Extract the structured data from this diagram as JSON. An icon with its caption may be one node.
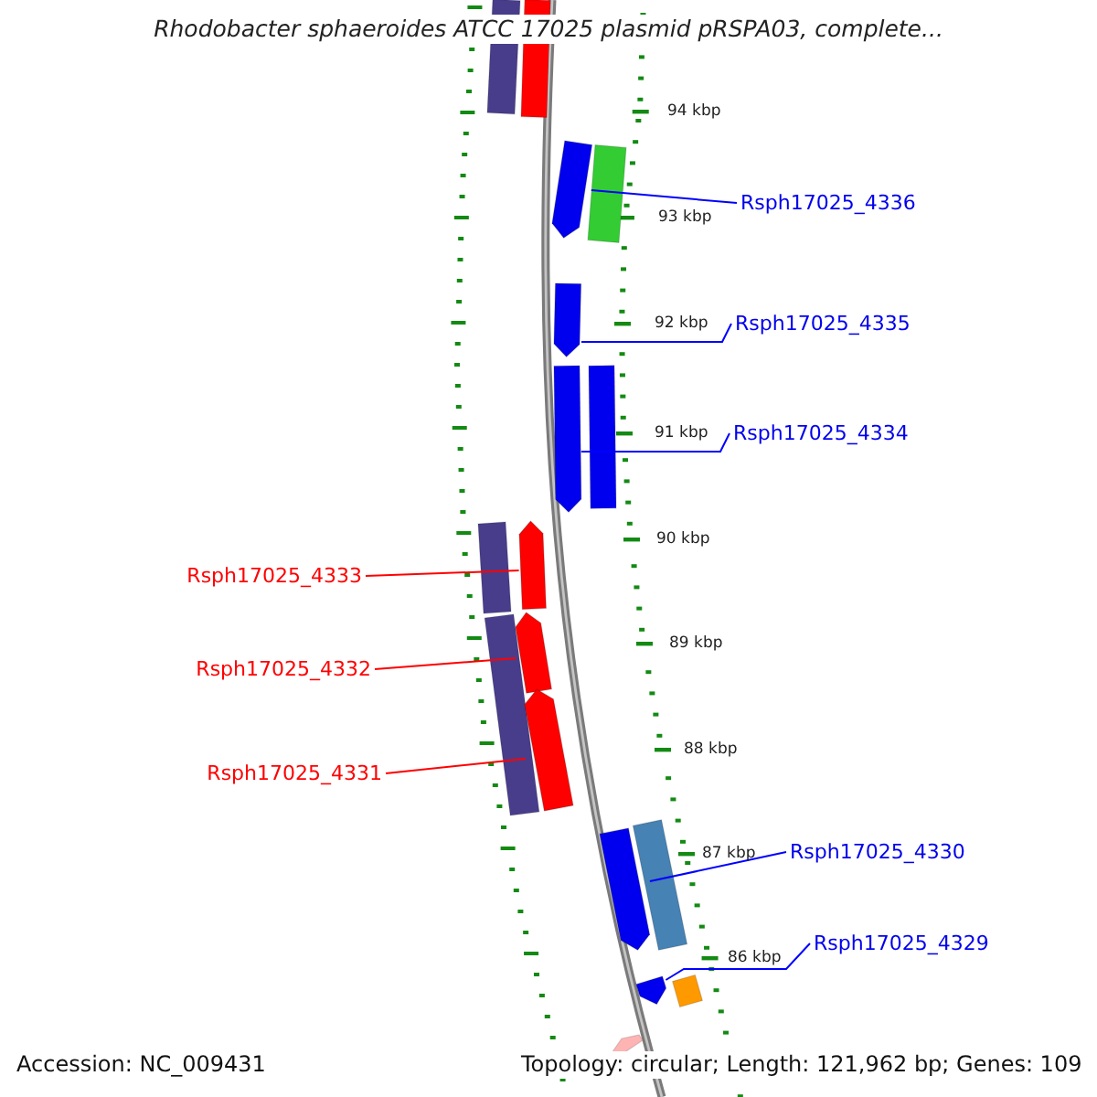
{
  "diagram": {
    "title": "Rhodobacter sphaeroides ATCC 17025 plasmid pRSPA03, complete...",
    "nodes": [
      {
        "text": [
          "Rsph17025_4336"
        ]
      },
      {
        "text": [],
        "shape": "bar"
      },
      {
        "text": [
          "Rsph17025_4335"
        ]
      },
      {
        "text": [],
        "shape": "bar"
      },
      {
        "text": [
          "Rsph17025_4334"
        ]
      },
      {
        "text": [],
        "shape": "bar"
      },
      {
        "text": [
          "Rsph17025_4333"
        ]
      },
      {
        "text": [],
        "shape": "bar"
      },
      {
        "text": [
          "Rsph17025_4332"
        ]
      },
      {
        "text": [],
        "shape": "bar"
      },
      {
        "text": [
          "Rsph17025_4331"
        ]
      },
      {
        "text": [],
        "shape": "bar"
      },
      {
        "text": [
          "Rsph17025_4330"
        ]
      },
      {
        "text": [],
        "shape": "bar"
      },
      {
        "text": [
          "Rsph17025_4329"
        ]
      },
      {
        "text": [],
        "shape": "bar"
      }
    ],
    "edges": [
      {
        "from": 0,
        "to": 1,
        "arrow": "none"
      },
      {
        "from": 2,
        "to": 3,
        "arrow": "none"
      },
      {
        "from": 4,
        "to": 5,
        "arrow": "none"
      },
      {
        "from": 6,
        "to": 7,
        "arrow": "none",
        "color": "#ff0000"
      },
      {
        "from": 8,
        "to": 9,
        "arrow": "none",
        "color": "#ff0000"
      },
      {
        "from": 10,
        "to": 11,
        "arrow": "none",
        "color": "#ff0000"
      },
      {
        "from": 12,
        "to": 13,
        "arrow": "none"
      },
      {
        "from": 14,
        "to": 15,
        "arrow": "none"
      }
    ],
    "labels": [
      "94 kbp",
      "93 kbp",
      "92 kbp",
      "91 kbp",
      "90 kbp",
      "89 kbp",
      "88 kbp",
      "87 kbp",
      "86 kbp",
      "Accession: NC_009431",
      "Topology: circular; Length: 121,962 bp; Genes: 109"
    ]
  }
}
